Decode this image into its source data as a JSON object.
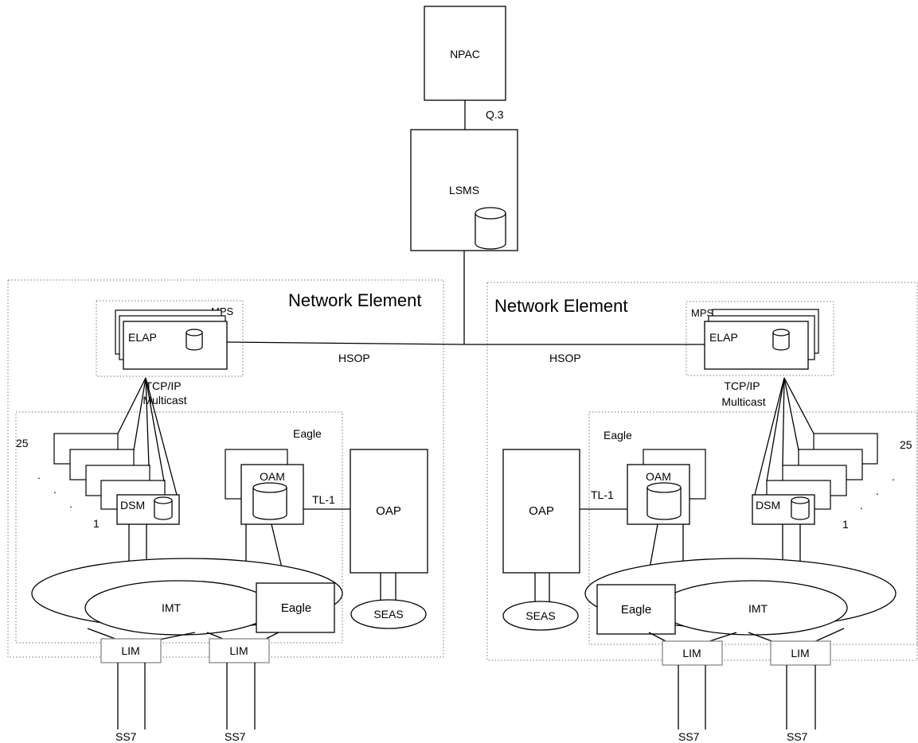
{
  "nodes": {
    "npac": "NPAC",
    "lsms": "LSMS",
    "mps": "MPS",
    "elap": "ELAP",
    "eagle": "Eagle",
    "oam": "OAM",
    "oap": "OAP",
    "dsm": "DSM",
    "imt": "IMT",
    "lim": "LIM",
    "seas": "SEAS"
  },
  "links": {
    "q3": "Q.3",
    "hsop": "HSOP",
    "tcpip_line1": "TCP/IP",
    "tcpip_line2": "Multicast",
    "tl1": "TL-1",
    "ss7": "SS7"
  },
  "regions": {
    "network_element": "Network Element"
  },
  "dsm_stack": {
    "top_count": "25",
    "bottom_count": "1",
    "ellipsis_dot": "."
  }
}
